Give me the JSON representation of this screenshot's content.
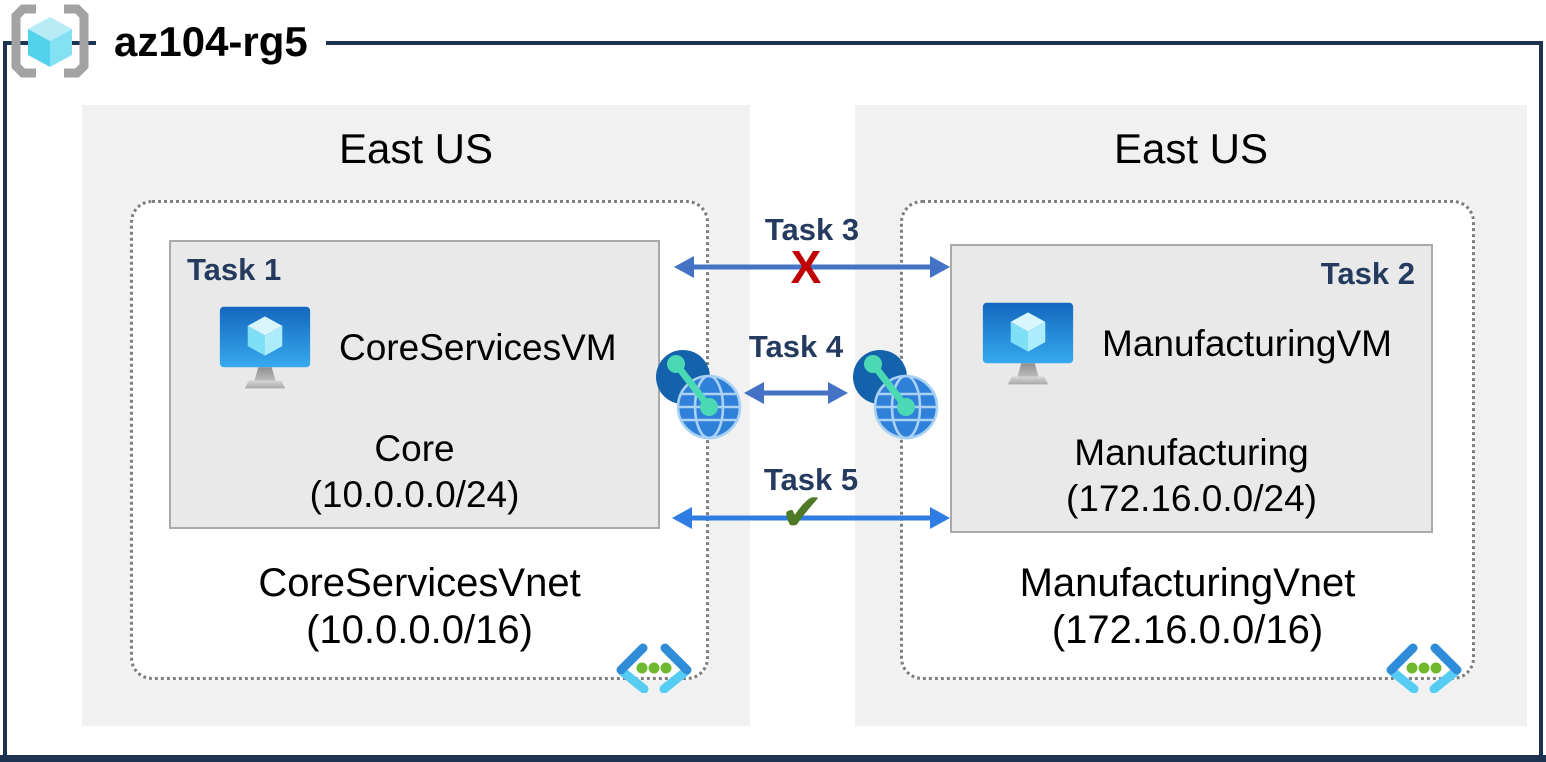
{
  "resource_group": {
    "name": "az104-rg5",
    "icon": "resource-group-icon"
  },
  "left": {
    "region_label": "East US",
    "vnet": {
      "name": "CoreServicesVnet",
      "cidr": "(10.0.0.0/16)",
      "icon": "virtual-network-icon"
    },
    "subnet": {
      "task_label": "Task 1",
      "vm_icon": "virtual-machine-icon",
      "vm_name": "CoreServicesVM",
      "name": "Core",
      "cidr": "(10.0.0.0/24)"
    }
  },
  "right": {
    "region_label": "East US",
    "vnet": {
      "name": "ManufacturingVnet",
      "cidr": "(172.16.0.0/16)",
      "icon": "virtual-network-icon"
    },
    "subnet": {
      "task_label": "Task 2",
      "vm_icon": "virtual-machine-icon",
      "vm_name": "ManufacturingVM",
      "name": "Manufacturing",
      "cidr": "(172.16.0.0/24)"
    }
  },
  "connections": [
    {
      "label": "Task 3",
      "status": "blocked",
      "glyph": "X",
      "glyph_color": "#C00000",
      "arrow_color": "#4472C4"
    },
    {
      "label": "Task 4",
      "status": "peered",
      "peering_icons": [
        "vnet-peering-icon",
        "vnet-peering-icon"
      ],
      "arrow_color": "#4472C4"
    },
    {
      "label": "Task 5",
      "status": "allowed",
      "glyph": "✔",
      "glyph_color": "#4E7A27",
      "arrow_color": "#2F7CE3"
    }
  ],
  "colors": {
    "frame": "#1E3252",
    "region_bg": "#F1F1F1",
    "subnet_bg": "#E9E9E9",
    "subnet_border": "#A9A9A9",
    "dotted_border": "#7F7F7F",
    "task_text": "#243A5E",
    "arrow_muted": "#4472C4",
    "arrow_bright": "#2F7CE3",
    "blocked_x": "#C00000",
    "check_green": "#4E7A27"
  }
}
